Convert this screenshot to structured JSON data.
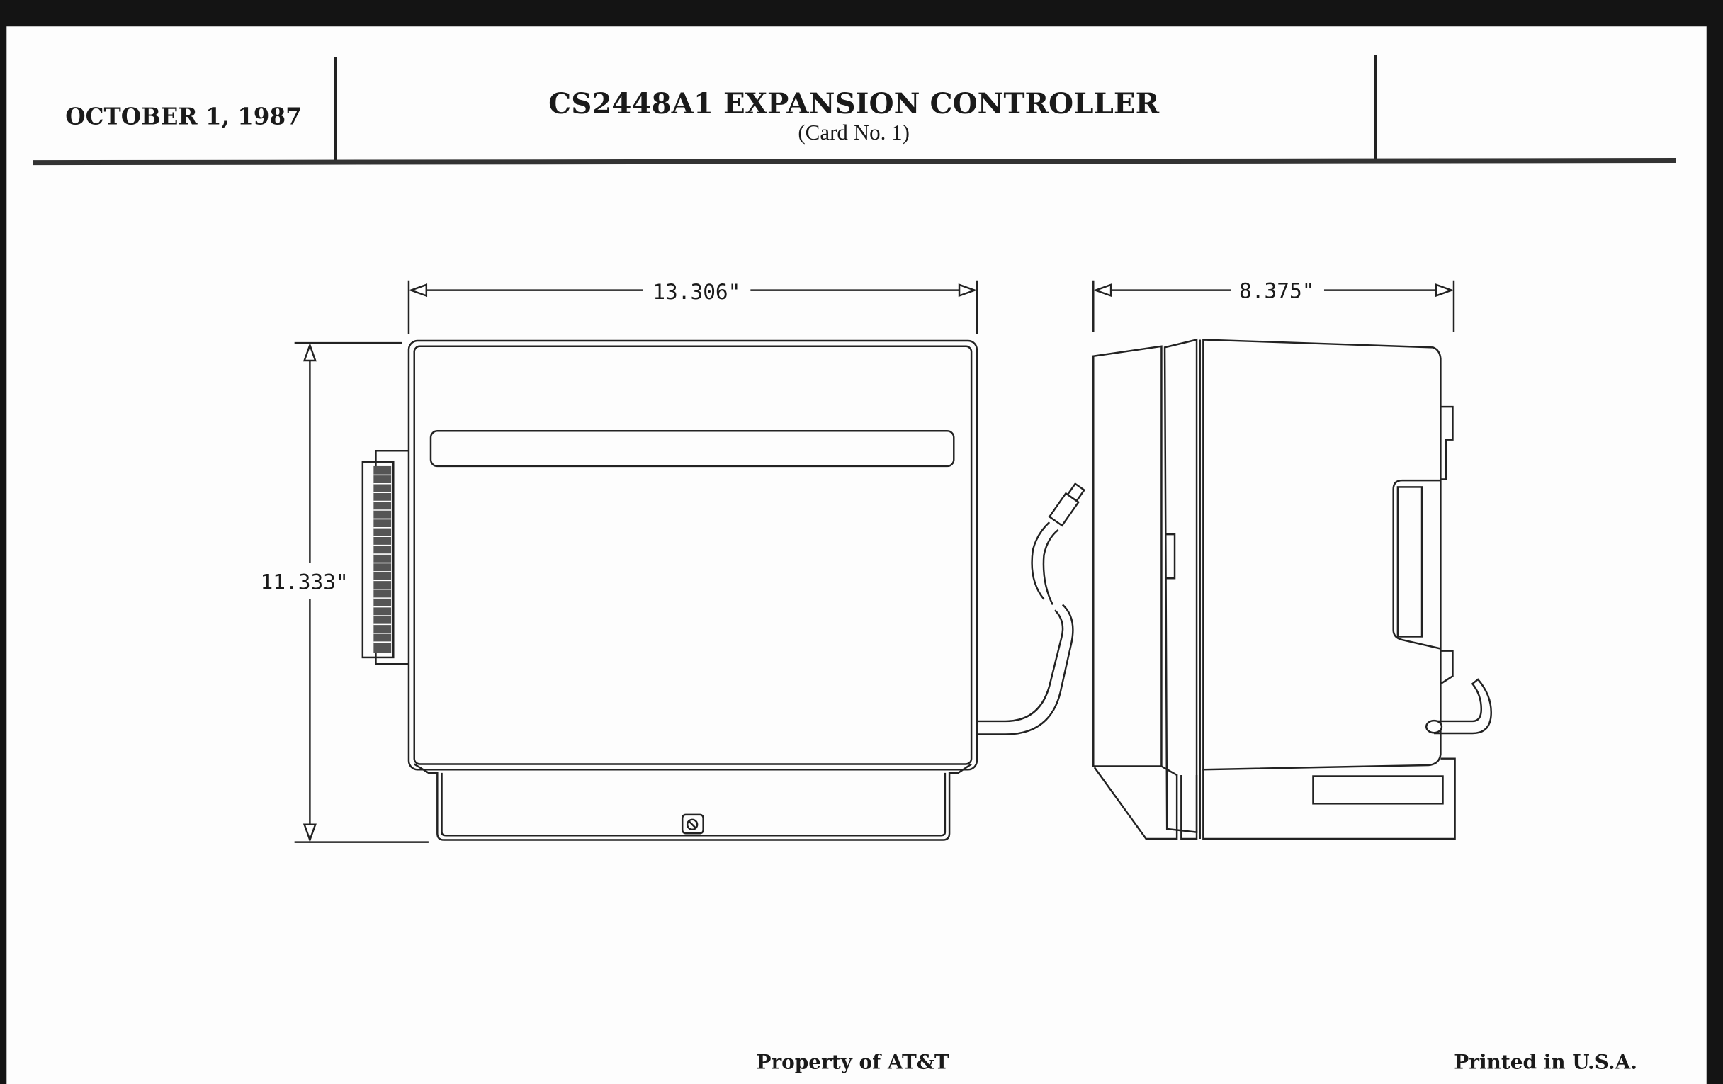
{
  "header": {
    "date": "OCTOBER 1, 1987",
    "title": "CS2448A1 EXPANSION CONTROLLER",
    "subtitle": "(Card No. 1)"
  },
  "drawing": {
    "front_width": "13.306\"",
    "front_height": "11.333\"",
    "side_depth": "8.375\""
  },
  "footer": {
    "property": "Property of AT&T",
    "printed": "Printed in U.S.A."
  }
}
